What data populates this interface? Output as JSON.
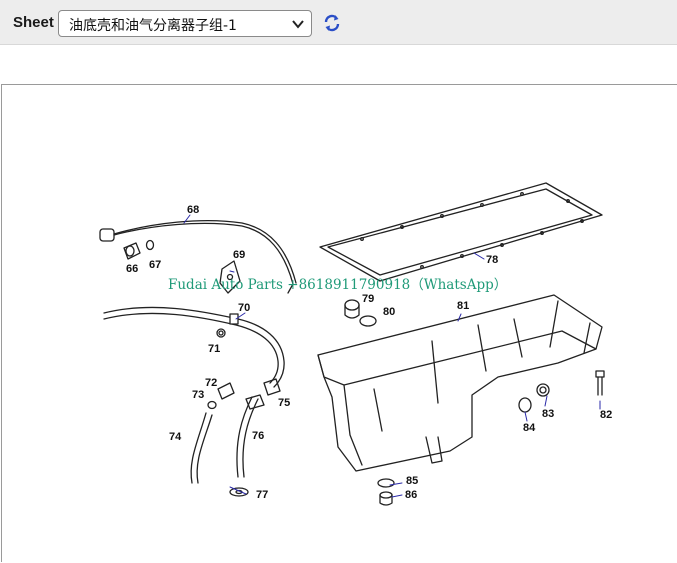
{
  "toolbar": {
    "sheet_label": "Sheet",
    "sheet_select": {
      "selected": "油底壳和油气分离器子组-1"
    },
    "refresh_icon": "refresh-icon"
  },
  "diagram": {
    "watermark": "Fudai Auto Parts +8618911790918（WhatsApp）",
    "callouts": [
      "68",
      "66",
      "67",
      "69",
      "70",
      "71",
      "72",
      "73",
      "75",
      "74",
      "76",
      "77",
      "78",
      "79",
      "80",
      "81",
      "82",
      "83",
      "84",
      "85",
      "86"
    ]
  }
}
